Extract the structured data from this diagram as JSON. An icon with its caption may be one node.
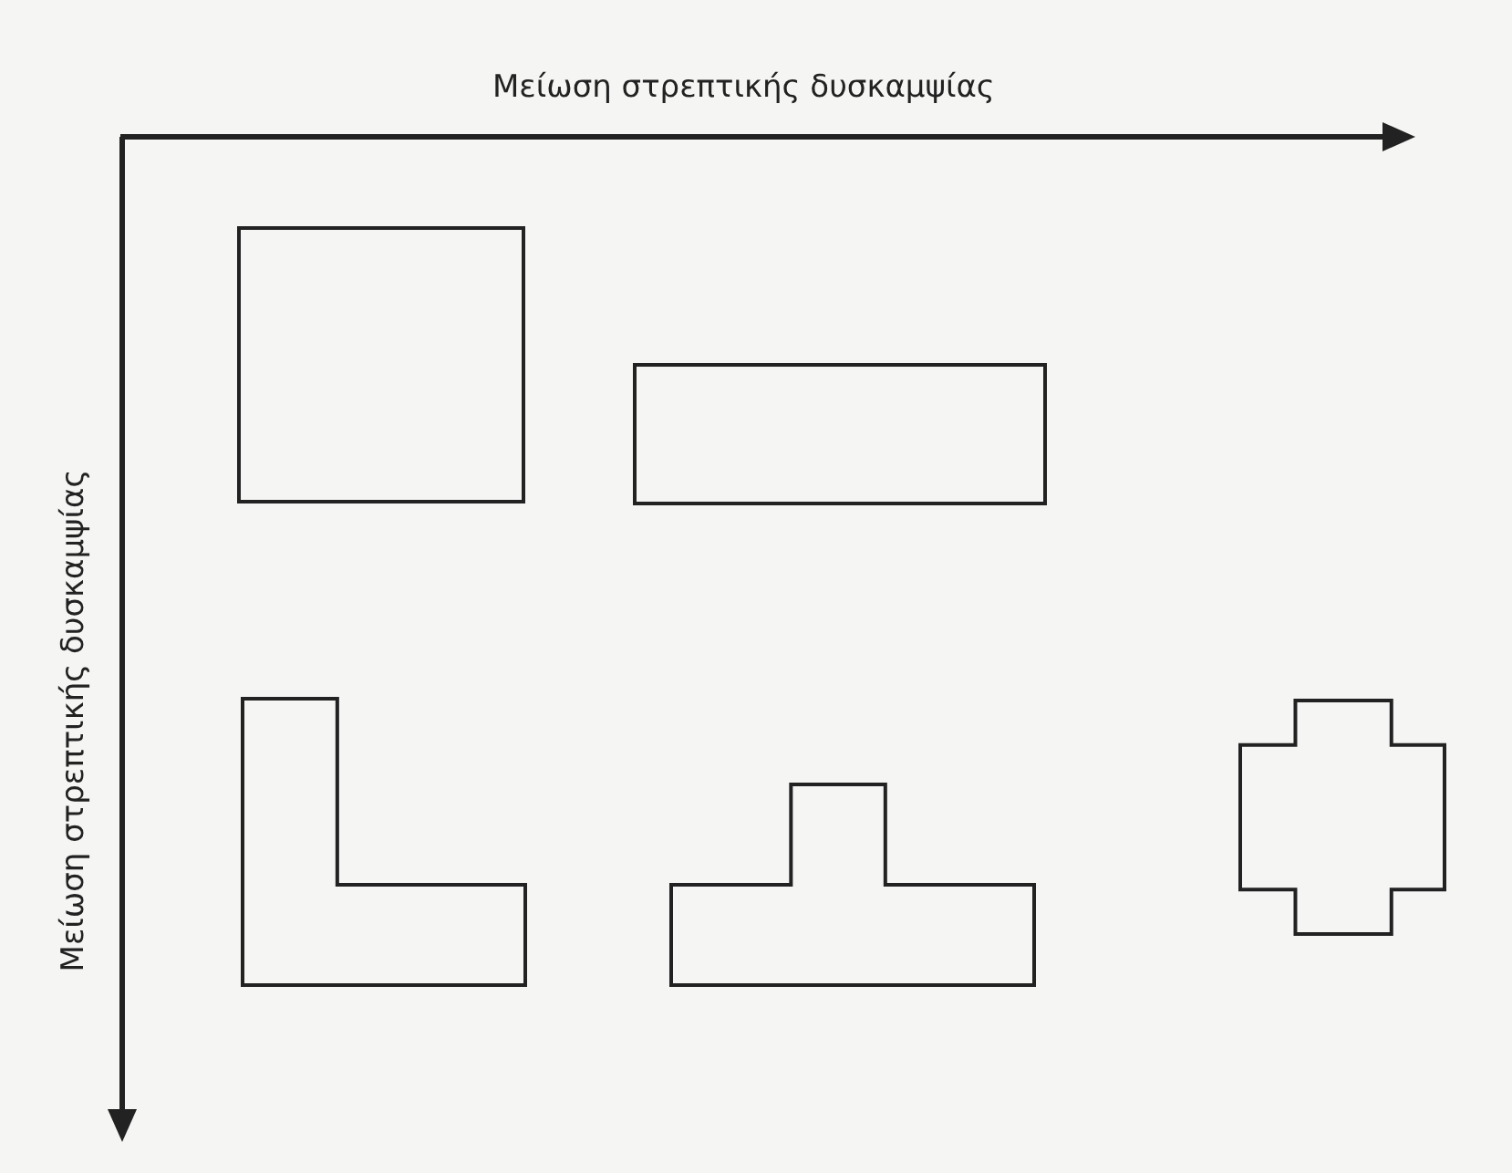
{
  "diagram": {
    "nodes": [
      {
        "text": [],
        "shape": "box"
      },
      {
        "text": [],
        "shape": "box"
      },
      {
        "text": [],
        "shape": "l-shape"
      },
      {
        "text": [],
        "shape": "t-shape"
      },
      {
        "text": [],
        "shape": "cross"
      }
    ],
    "labels": [
      "Μείωση στρεπτικής δυσκαμψίας",
      "Μείωση στρεπτικής δυσκαμψίας"
    ]
  }
}
